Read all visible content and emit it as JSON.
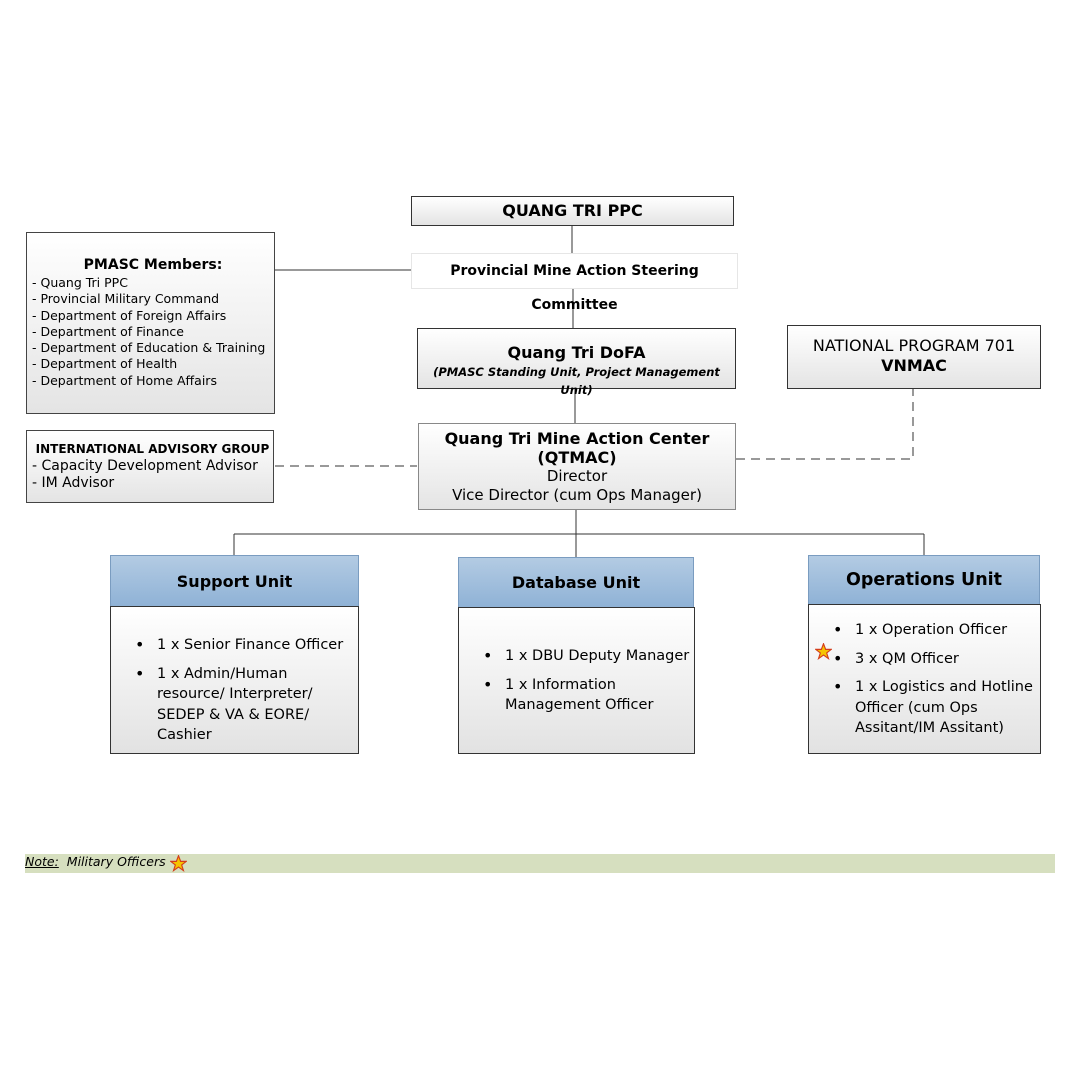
{
  "ppc": {
    "title": "QUANG TRI PPC"
  },
  "pmasc": {
    "title": "Provincial Mine Action Steering Committee"
  },
  "members": {
    "heading": "PMASC Members:",
    "items": [
      "- Quang Tri PPC",
      "- Provincial Military Command",
      "- Department of Foreign Affairs",
      "- Department of Finance",
      "- Department of Education & Training",
      "- Department of Health",
      "- Department of Home Affairs"
    ]
  },
  "dofa": {
    "title": "Quang Tri DoFA",
    "subtitle": "(PMASC Standing Unit, Project Management Unit)"
  },
  "national": {
    "line1": "NATIONAL PROGRAM 701",
    "line2": "VNMAC"
  },
  "advisory": {
    "heading": "INTERNATIONAL ADVISORY GROUP",
    "items": [
      "- Capacity Development Advisor",
      "- IM Advisor"
    ]
  },
  "qtmac": {
    "title": "Quang Tri Mine Action Center",
    "abbr": "(QTMAC)",
    "director": "Director",
    "vice": "Vice Director (cum Ops Manager)"
  },
  "units": {
    "support": {
      "title": "Support Unit",
      "items": [
        "1 x Senior Finance Officer",
        "1 x Admin/Human resource/ Interpreter/ SEDEP & VA & EORE/ Cashier"
      ]
    },
    "database": {
      "title": "Database Unit",
      "items": [
        "1 x DBU Deputy Manager",
        "1 x Information Management Officer"
      ]
    },
    "operations": {
      "title": "Operations Unit",
      "items": [
        "1 x Operation Officer",
        "3 x QM Officer",
        "1 x Logistics and Hotline Officer (cum Ops Assitant/IM Assitant)"
      ]
    }
  },
  "note": {
    "label": "Note:",
    "text": "Military Officers"
  },
  "colors": {
    "unit_header": "#9dbcdc",
    "note_bar": "#d6dfbf",
    "star": "#f5c400"
  },
  "icons": {
    "military": "star-icon"
  }
}
